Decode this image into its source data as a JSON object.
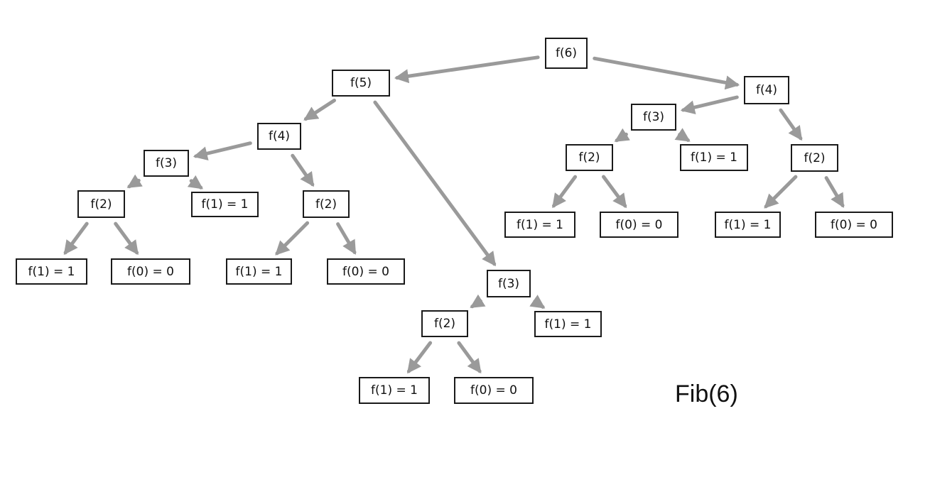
{
  "caption": "Fib(6)",
  "colors": {
    "arrow": "#9a9a9a",
    "border": "#1a1a1a"
  },
  "nodes": [
    {
      "id": "n0",
      "label": "f(6)"
    },
    {
      "id": "n1",
      "label": "f(5)"
    },
    {
      "id": "n2",
      "label": "f(4)"
    },
    {
      "id": "n3",
      "label": "f(4)"
    },
    {
      "id": "n4",
      "label": "f(3)"
    },
    {
      "id": "n5",
      "label": "f(2)"
    },
    {
      "id": "n6",
      "label": "f(1) = 1"
    },
    {
      "id": "n7",
      "label": "f(2)"
    },
    {
      "id": "n8",
      "label": "f(1) = 1"
    },
    {
      "id": "n9",
      "label": "f(0) = 0"
    },
    {
      "id": "n10",
      "label": "f(1) = 1"
    },
    {
      "id": "n11",
      "label": "f(0) = 0"
    },
    {
      "id": "n12",
      "label": "f(3)"
    },
    {
      "id": "n13",
      "label": "f(2)"
    },
    {
      "id": "n14",
      "label": "f(1) = 1"
    },
    {
      "id": "n15",
      "label": "f(1) = 1"
    },
    {
      "id": "n16",
      "label": "f(0) = 0"
    },
    {
      "id": "n17",
      "label": "f(3)"
    },
    {
      "id": "n18",
      "label": "f(2)"
    },
    {
      "id": "n19",
      "label": "f(1) = 1"
    },
    {
      "id": "n20",
      "label": "f(2)"
    },
    {
      "id": "n21",
      "label": "f(1) = 1"
    },
    {
      "id": "n22",
      "label": "f(0) = 0"
    },
    {
      "id": "n23",
      "label": "f(1) = 1"
    },
    {
      "id": "n24",
      "label": "f(0) = 0"
    }
  ],
  "edges": [
    {
      "from": "n0",
      "to": "n1"
    },
    {
      "from": "n0",
      "to": "n3"
    },
    {
      "from": "n1",
      "to": "n2"
    },
    {
      "from": "n1",
      "to": "n12"
    },
    {
      "from": "n2",
      "to": "n4"
    },
    {
      "from": "n2",
      "to": "n7"
    },
    {
      "from": "n4",
      "to": "n5"
    },
    {
      "from": "n4",
      "to": "n6"
    },
    {
      "from": "n5",
      "to": "n8"
    },
    {
      "from": "n5",
      "to": "n9"
    },
    {
      "from": "n7",
      "to": "n10"
    },
    {
      "from": "n7",
      "to": "n11"
    },
    {
      "from": "n12",
      "to": "n13"
    },
    {
      "from": "n12",
      "to": "n14"
    },
    {
      "from": "n13",
      "to": "n15"
    },
    {
      "from": "n13",
      "to": "n16"
    },
    {
      "from": "n3",
      "to": "n17"
    },
    {
      "from": "n3",
      "to": "n20"
    },
    {
      "from": "n17",
      "to": "n18"
    },
    {
      "from": "n17",
      "to": "n19"
    },
    {
      "from": "n18",
      "to": "n21"
    },
    {
      "from": "n18",
      "to": "n22"
    },
    {
      "from": "n20",
      "to": "n23"
    },
    {
      "from": "n20",
      "to": "n24"
    }
  ]
}
